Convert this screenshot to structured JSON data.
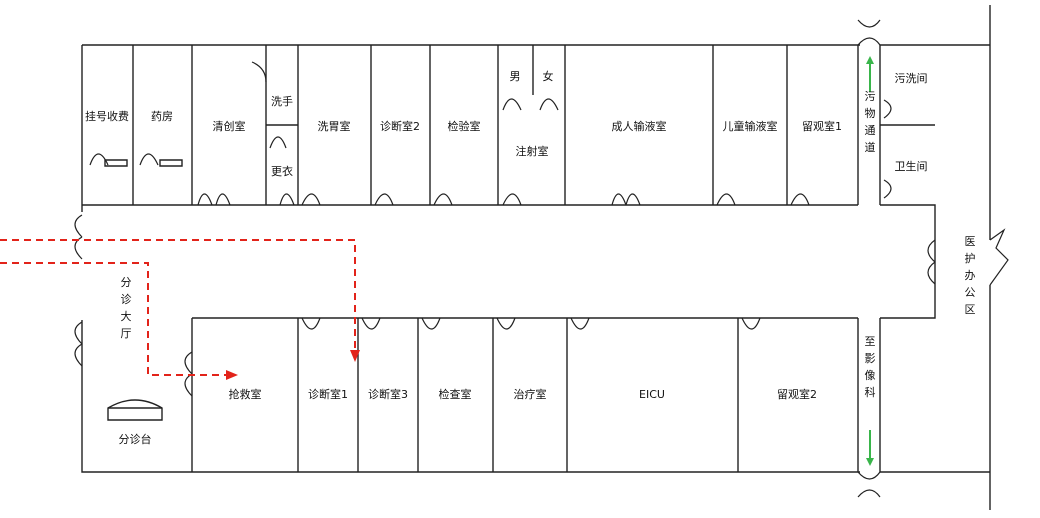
{
  "colors": {
    "route": "#e2231a",
    "wall": "#222222",
    "flow_arrow": "#39b54a"
  },
  "rooms": {
    "registration": "挂号收费",
    "pharmacy": "药房",
    "debridement": "清创室",
    "handwash": "洗手",
    "changing": "更衣",
    "gastric_lavage": "洗胃室",
    "consult_2": "诊断室2",
    "lab": "检验室",
    "male": "男",
    "female": "女",
    "injection": "注射室",
    "adult_infusion": "成人输液室",
    "child_infusion": "儿童输液室",
    "observation_1": "留观室1",
    "dirty_passage": "污物通道",
    "dirty_wash": "污洗间",
    "toilet": "卫生间",
    "staff_office": "医护办公区",
    "triage_hall": "分诊大厅",
    "triage_desk": "分诊台",
    "resuscitation": "抢救室",
    "consult_1": "诊断室1",
    "consult_3": "诊断室3",
    "exam": "检查室",
    "treatment": "治疗室",
    "eicu": "EICU",
    "observation_2": "留观室2",
    "to_imaging": "至影像科"
  }
}
